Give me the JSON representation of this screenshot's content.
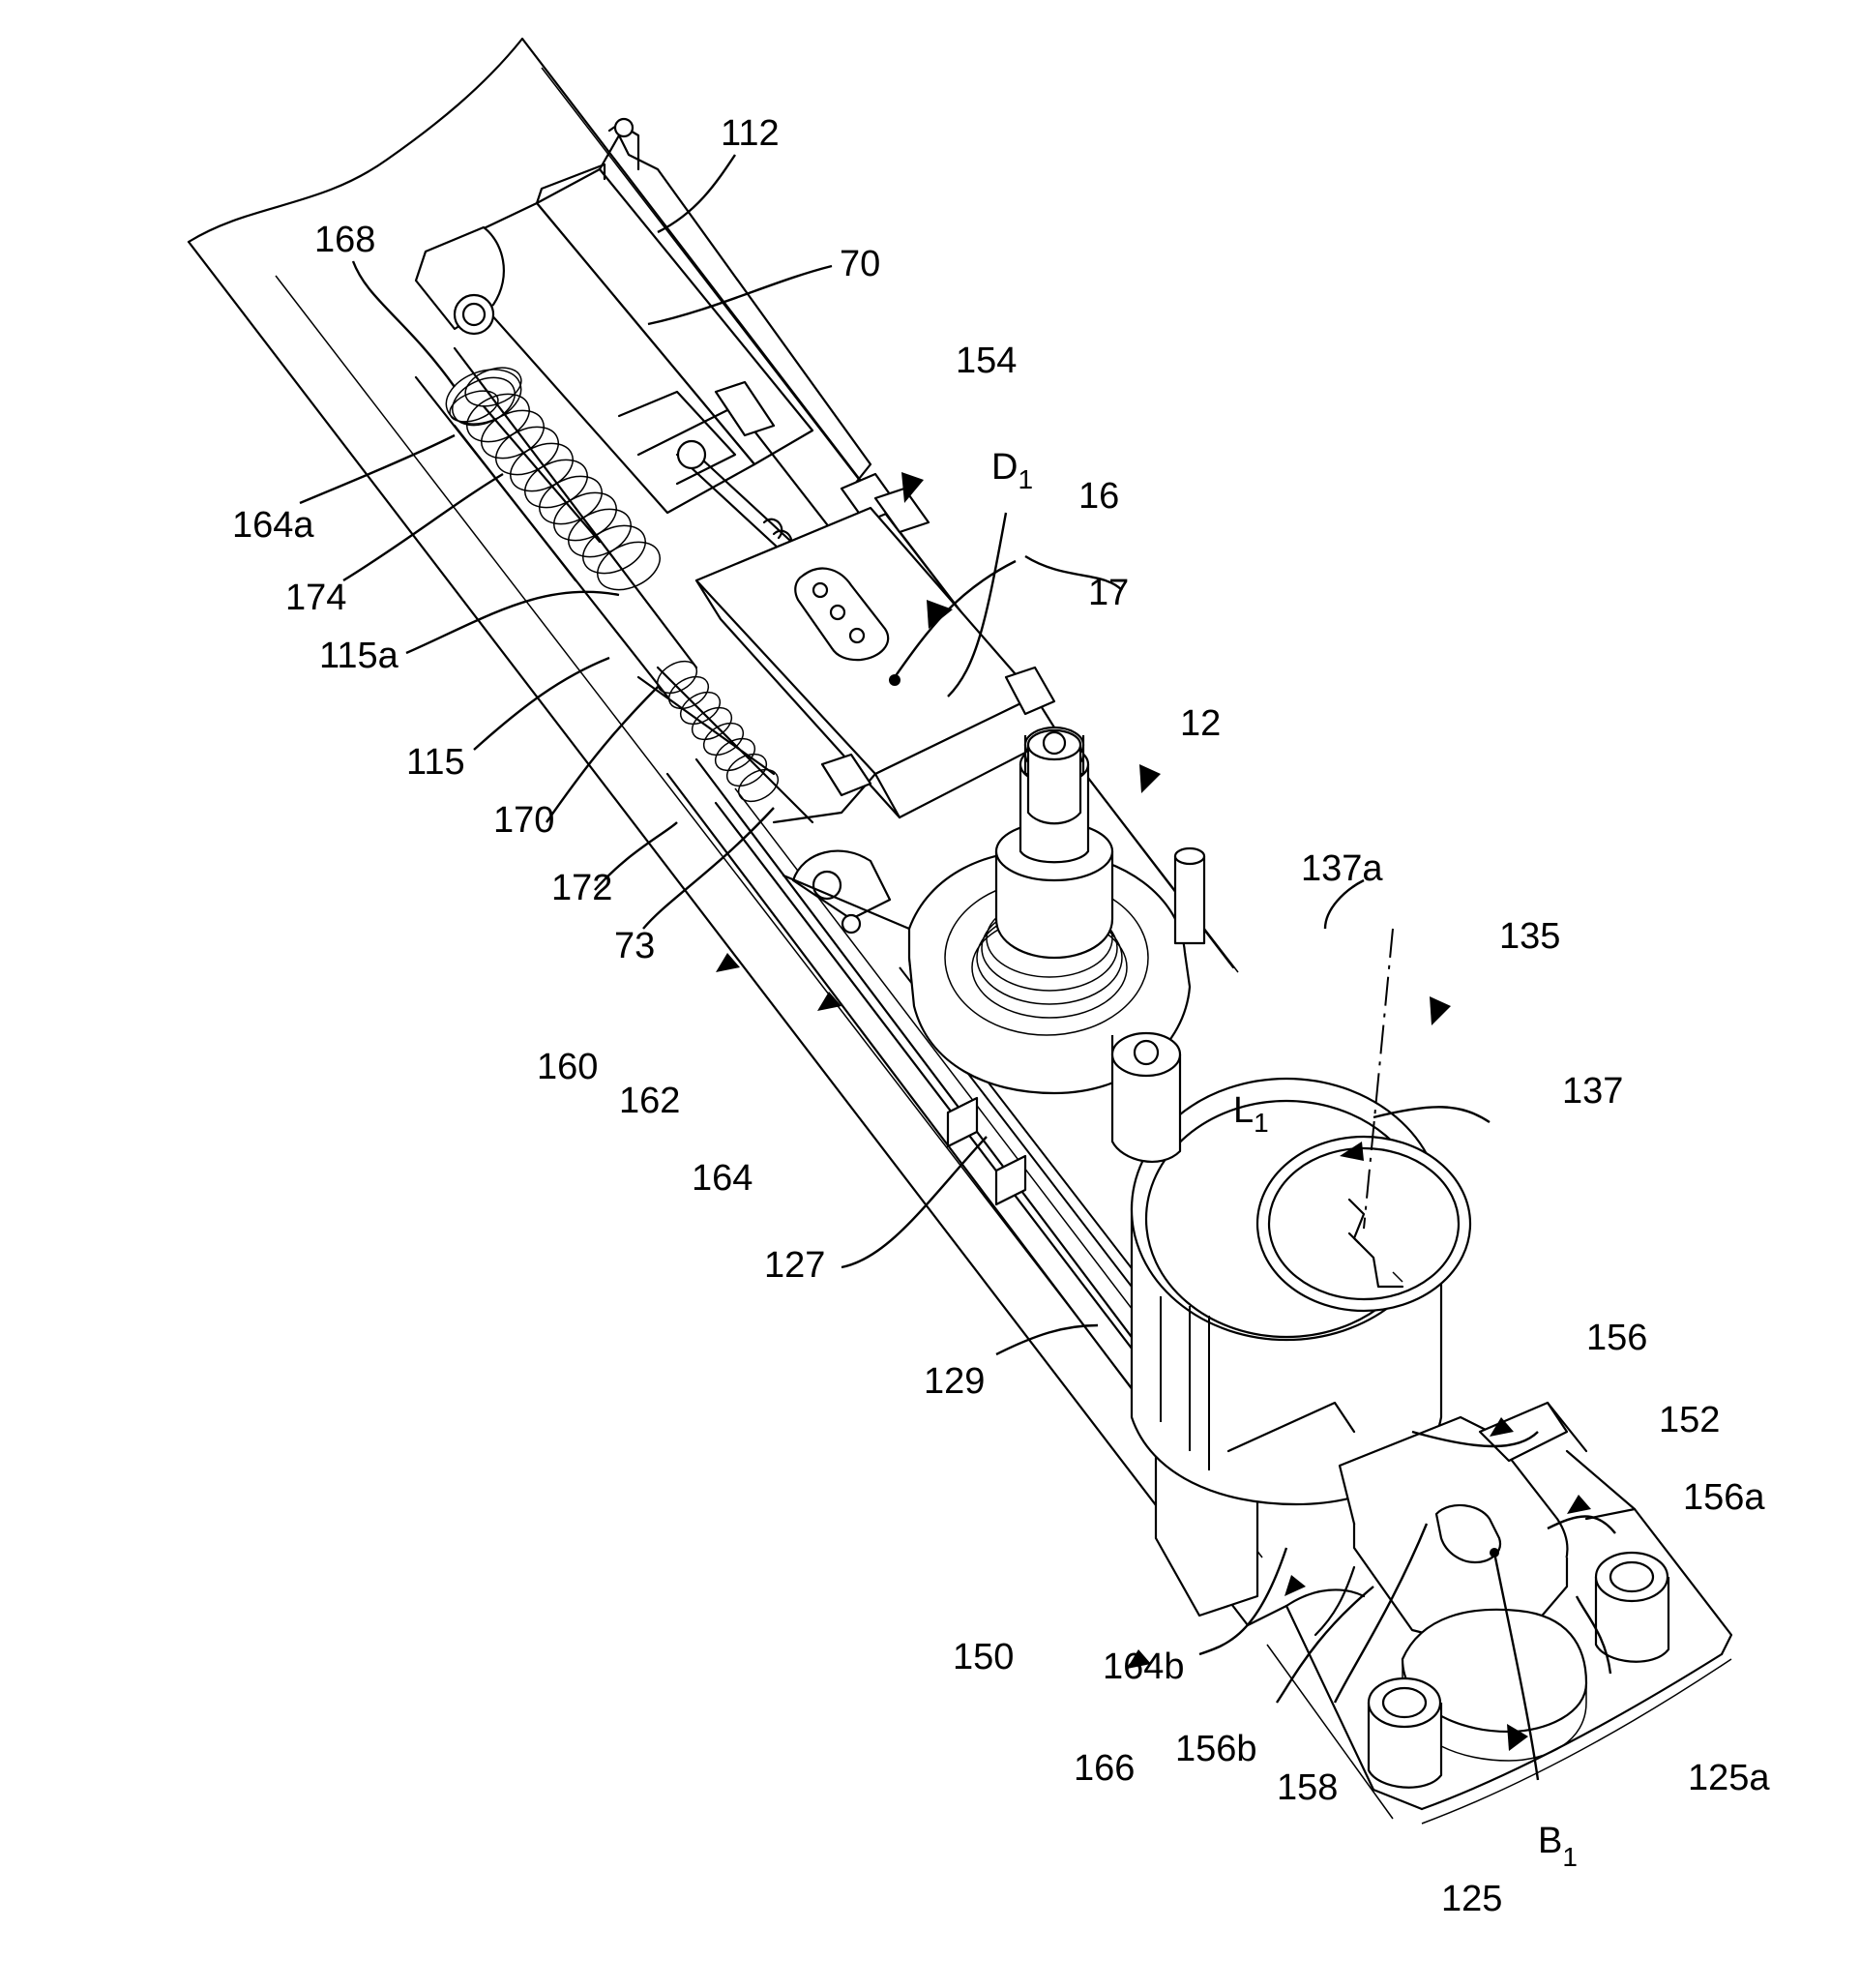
{
  "figure": {
    "labels": {
      "l112": "112",
      "l70": "70",
      "l168": "168",
      "l154": "154",
      "l164a": "164a",
      "l174": "174",
      "l115a": "115a",
      "l115": "115",
      "l170": "170",
      "l172": "172",
      "l73": "73",
      "l16": "16",
      "l17": "17",
      "l12": "12",
      "l137a": "137a",
      "l135": "135",
      "l137": "137",
      "l160": "160",
      "l162": "162",
      "l164": "164",
      "l127": "127",
      "l129": "129",
      "l156": "156",
      "l152": "152",
      "l156a": "156a",
      "l150": "150",
      "l164b": "164b",
      "l166": "166",
      "l156b": "156b",
      "l158": "158",
      "l125a": "125a",
      "l125": "125",
      "D1_main": "D",
      "D1_sub": "1",
      "L1_main": "L",
      "L1_sub": "1",
      "B1_main": "B",
      "B1_sub": "1"
    }
  }
}
